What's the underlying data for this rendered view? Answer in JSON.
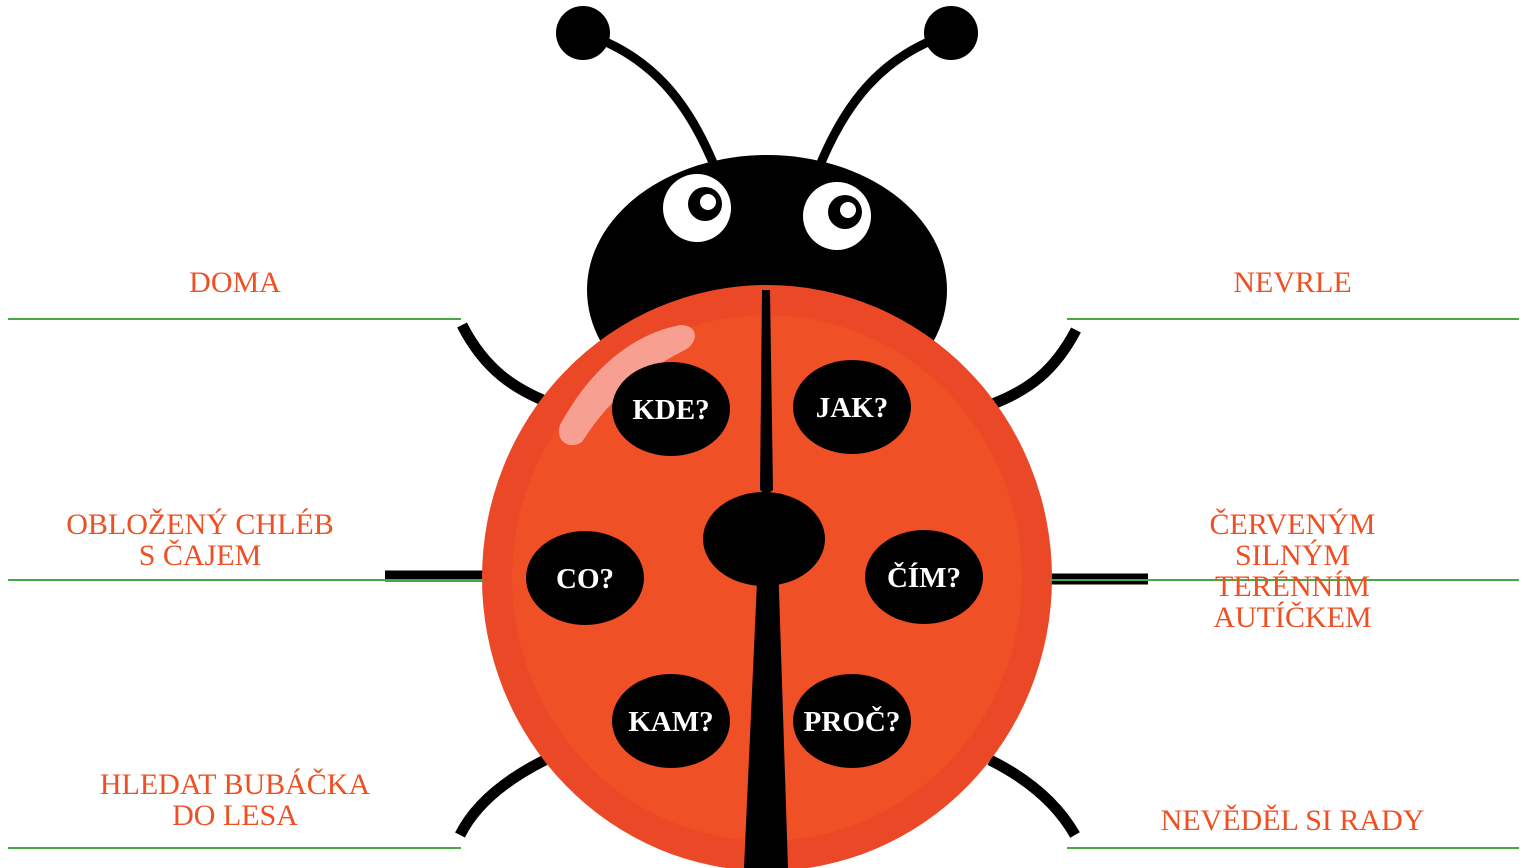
{
  "questions": {
    "kde": "KDE?",
    "jak": "JAK?",
    "co": "CO?",
    "cim": "ČÍM?",
    "kam": "KAM?",
    "proc": "PROČ?"
  },
  "answers": {
    "kde": [
      "DOMA"
    ],
    "co": [
      "OBLOŽENÝ CHLÉB",
      "S ČAJEM"
    ],
    "kam": [
      "HLEDAT BUBÁČKA",
      "DO LESA"
    ],
    "jak": [
      "NEVRLE"
    ],
    "cim": [
      "ČERVENÝM",
      "SILNÝM",
      "TERÉNNÍM",
      "AUTÍČKEM"
    ],
    "proc": [
      "NEVĚDĚL SI RADY"
    ]
  },
  "colors": {
    "answer_text": "#ee4f23",
    "answer_line": "#4aa842",
    "wing": "#ef5025",
    "wing_edge": "#ea4826",
    "body": "#000000",
    "highlight": "#f7a091"
  }
}
